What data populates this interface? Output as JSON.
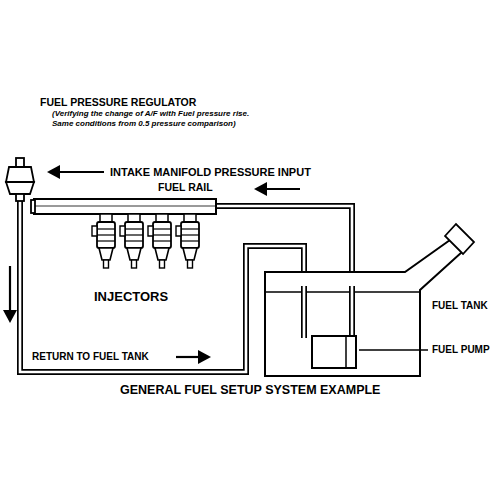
{
  "diagram": {
    "caption": "GENERAL FUEL SETUP SYSTEM EXAMPLE",
    "labels": [
      "FUEL PRESSURE REGULATOR",
      "(Verifying the change of A/F with Fuel pressure rise.",
      "Same conditions from 0.5 pressure comparison)",
      "INTAKE MANIFOLD PRESSURE INPUT",
      "FUEL RAIL",
      "INJECTORS",
      "RETURN TO FUEL TANK",
      "FUEL TANK",
      "FUEL PUMP"
    ]
  }
}
